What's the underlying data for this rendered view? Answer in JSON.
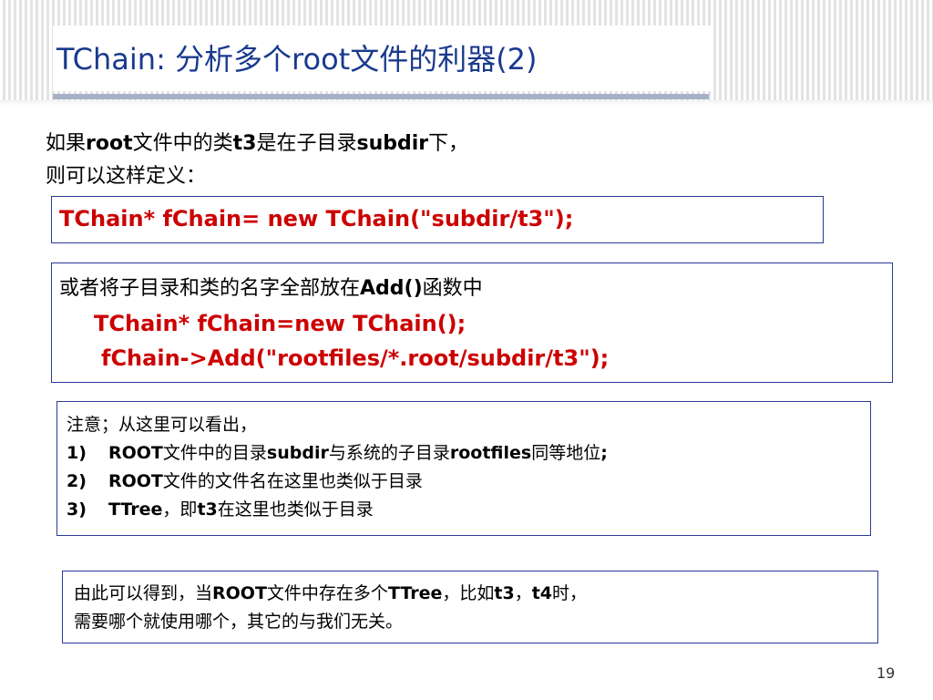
{
  "title": "TChain: 分析多个root文件的利器(2)",
  "intro": {
    "line1": [
      {
        "t": "如果",
        "b": false
      },
      {
        "t": "root",
        "b": true
      },
      {
        "t": "文件中的类",
        "b": false
      },
      {
        "t": "t3",
        "b": true
      },
      {
        "t": "是在子目录",
        "b": false
      },
      {
        "t": "subdir",
        "b": true
      },
      {
        "t": "下，",
        "b": false
      }
    ],
    "line2": "则可以这样定义："
  },
  "code1": "TChain* fChain= new TChain(\"subdir/t3\");",
  "box2": {
    "line0": [
      {
        "t": "或者将子目录和类的名字全部放在",
        "b": false
      },
      {
        "t": "Add()",
        "b": true
      },
      {
        "t": "函数中",
        "b": false
      }
    ],
    "code_line1": "TChain* fChain=new TChain();",
    "code_line2": "fChain->Add(\"rootfiles/*.root/subdir/t3\");"
  },
  "notes": {
    "header": "注意；从这里可以看出，",
    "items": [
      {
        "num": "1)",
        "parts": [
          {
            "t": "ROOT",
            "b": true
          },
          {
            "t": "文件中的目录",
            "b": false
          },
          {
            "t": "subdir",
            "b": true
          },
          {
            "t": "与系统的子目录",
            "b": false
          },
          {
            "t": "rootfiles",
            "b": true
          },
          {
            "t": "同等地位",
            "b": false
          },
          {
            "t": ";",
            "b": true
          }
        ]
      },
      {
        "num": "2)",
        "parts": [
          {
            "t": "ROOT",
            "b": true
          },
          {
            "t": "文件的文件名在这里也类似于目录",
            "b": false
          }
        ]
      },
      {
        "num": "3)",
        "parts": [
          {
            "t": "TTree",
            "b": true
          },
          {
            "t": "，即",
            "b": false
          },
          {
            "t": "t3",
            "b": true
          },
          {
            "t": "在这里也类似于目录",
            "b": false
          }
        ]
      }
    ]
  },
  "summary": {
    "line1": [
      {
        "t": "由此可以得到，当",
        "b": false
      },
      {
        "t": "ROOT",
        "b": true
      },
      {
        "t": "文件中存在多个",
        "b": false
      },
      {
        "t": "TTree",
        "b": true
      },
      {
        "t": "，比如",
        "b": false
      },
      {
        "t": "t3",
        "b": true
      },
      {
        "t": "，",
        "b": false
      },
      {
        "t": "t4",
        "b": true
      },
      {
        "t": "时，",
        "b": false
      }
    ],
    "line2": "需要哪个就使用哪个，其它的与我们无关。"
  },
  "page_number": "19",
  "colors": {
    "title": "#1a3a8e",
    "code": "#cc0000",
    "box_border": "#2a3a9a",
    "rule": "#a6b1c8"
  }
}
